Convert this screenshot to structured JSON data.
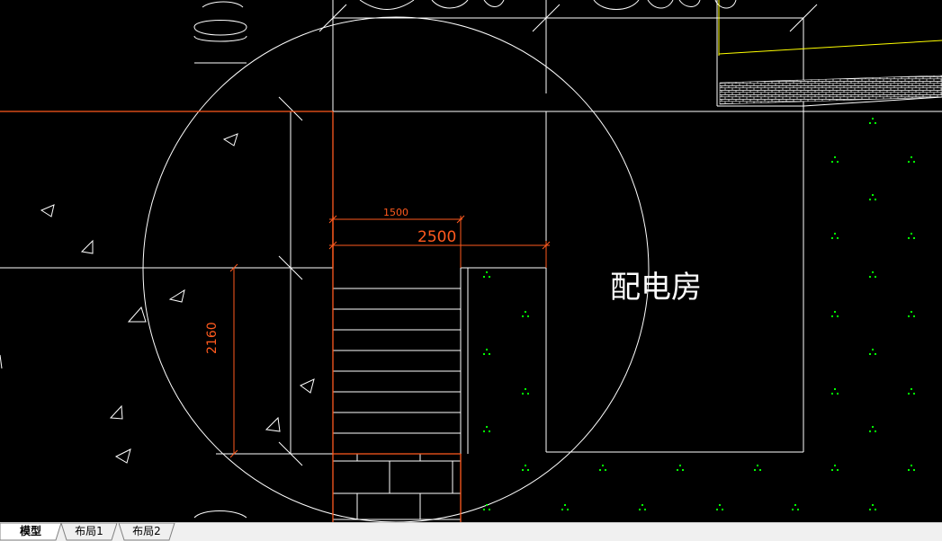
{
  "drawing": {
    "dimensions": {
      "small_top": "1500",
      "top": "2500",
      "left_vertical": "2160"
    },
    "room_label": "配电房"
  },
  "colors": {
    "background": "#000000",
    "line": "#ffffff",
    "dimension": "#ff5a1e",
    "yellow": "#ffff00",
    "green_dots": "#00ff00"
  },
  "tabs": {
    "items": [
      {
        "label": "模型",
        "active": true
      },
      {
        "label": "布局1",
        "active": false
      },
      {
        "label": "布局2",
        "active": false
      }
    ]
  }
}
